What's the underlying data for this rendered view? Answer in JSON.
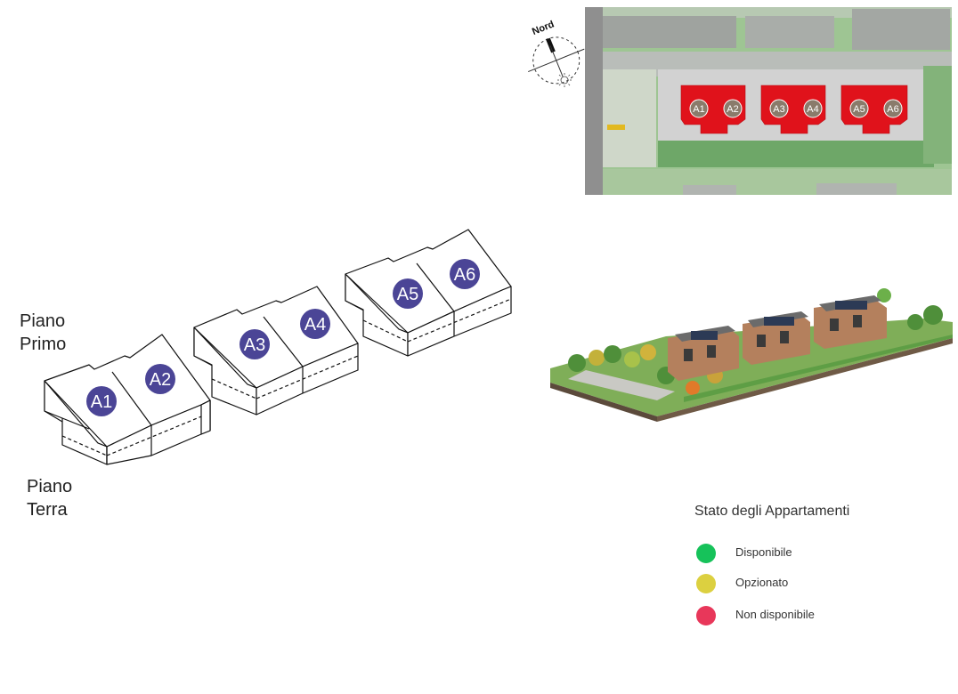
{
  "floors": {
    "upper": "Piano\nPrimo",
    "ground": "Piano\nTerra"
  },
  "compass": {
    "label": "Nord"
  },
  "iso_units": [
    "A1",
    "A2",
    "A3",
    "A4",
    "A5",
    "A6"
  ],
  "plan_units": [
    "A1",
    "A2",
    "A3",
    "A4",
    "A5",
    "A6"
  ],
  "legend": {
    "title": "Stato degli Appartamenti",
    "items": [
      {
        "label": "Disponibile",
        "color": "#16c25a"
      },
      {
        "label": "Opzionato",
        "color": "#dcd040"
      },
      {
        "label": "Non disponibile",
        "color": "#e8375a"
      }
    ]
  },
  "colors": {
    "unit_marker": "#4b4596",
    "plan_unit_fill": "#e0121b",
    "plan_marker": "#8a7b6b",
    "grass": "#8fbf7f",
    "road": "#9d9d9d"
  }
}
